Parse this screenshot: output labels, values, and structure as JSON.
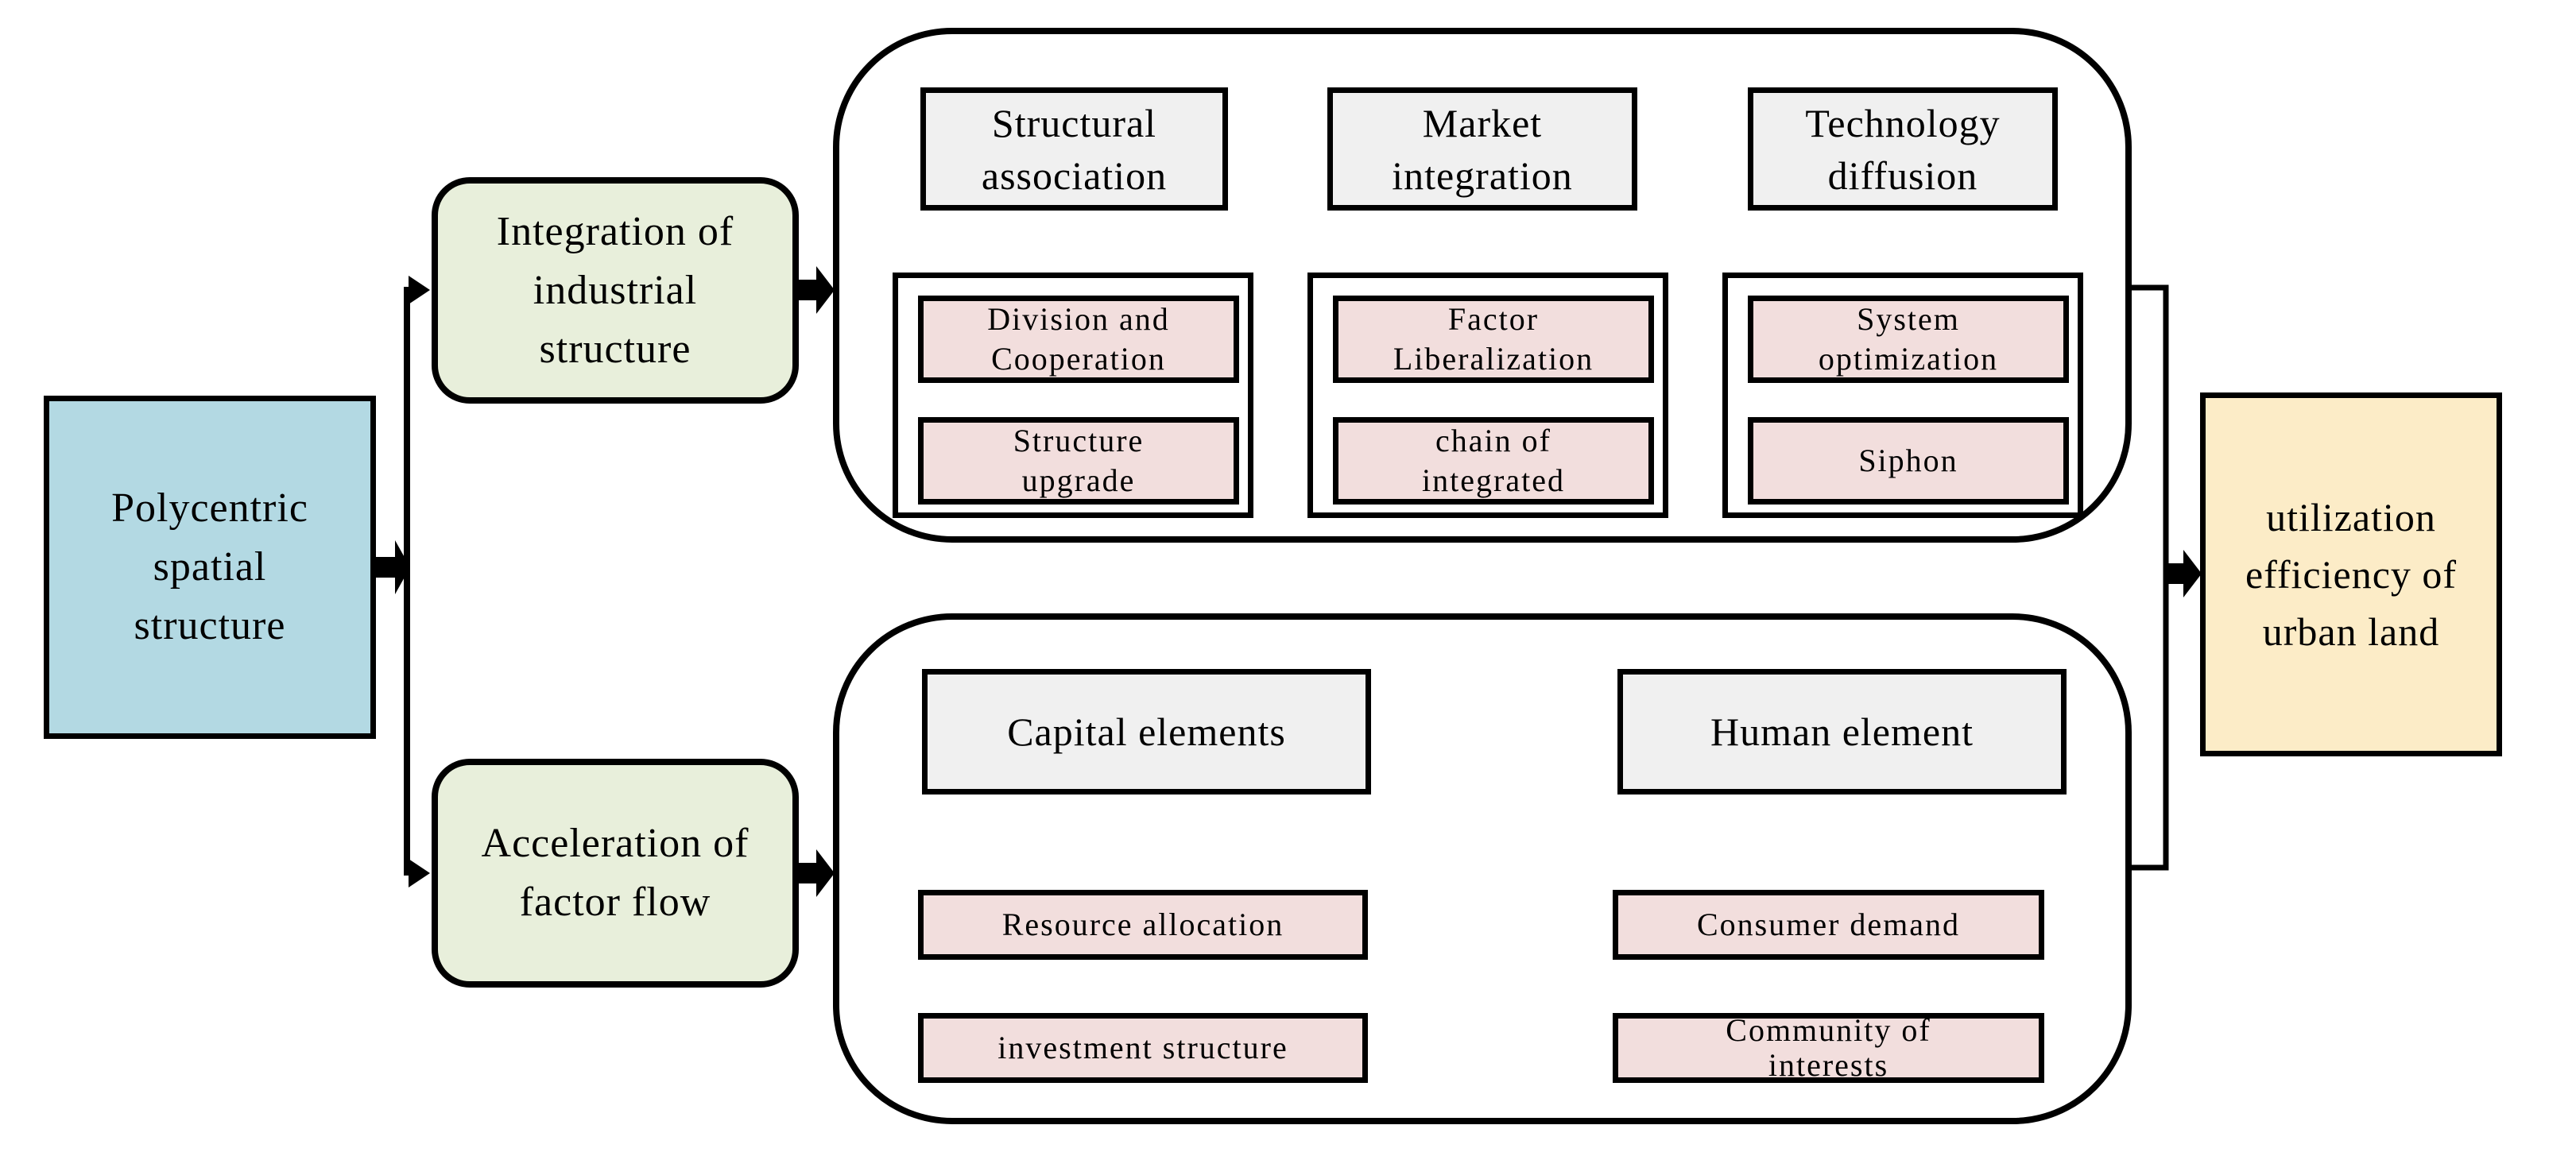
{
  "flow": {
    "source": "Polycentric spatial structure",
    "outcome": "utilization efficiency of urban land",
    "pathways": [
      "Integration of industrial structure",
      "Acceleration of factor flow"
    ]
  },
  "industrial_panel": {
    "columns": [
      {
        "header": "Structural association",
        "items": [
          "Division and Cooperation",
          "Structure upgrade"
        ]
      },
      {
        "header": "Market integration",
        "items": [
          "Factor Liberalization",
          "chain of integrated"
        ]
      },
      {
        "header": "Technology diffusion",
        "items": [
          "System optimization",
          "Siphon"
        ]
      }
    ]
  },
  "factor_panel": {
    "columns": [
      {
        "header": "Capital elements",
        "items": [
          "Resource allocation",
          "investment structure"
        ]
      },
      {
        "header": "Human element",
        "items": [
          "Consumer demand",
          "Community of interests"
        ]
      }
    ]
  },
  "colors": {
    "source_fill": "#b3d9e3",
    "pathway_fill": "#e8efdb",
    "header_fill": "#f0f0f0",
    "item_fill": "#f2dedd",
    "outcome_fill": "#fcecc7",
    "line": "#000000"
  }
}
